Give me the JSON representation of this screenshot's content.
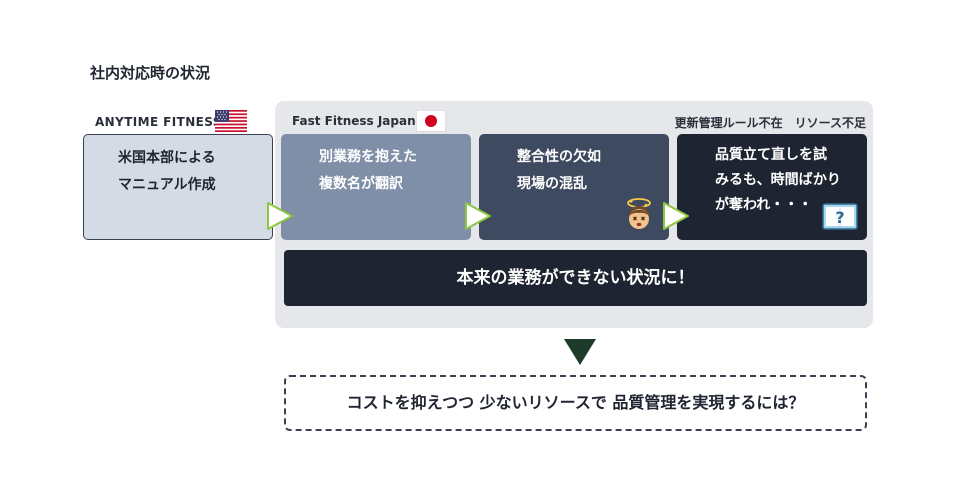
{
  "title": "社内対応時の状況",
  "us": {
    "label": "ANYTIME FITNESS",
    "flag_icon": "us-flag-icon"
  },
  "jp": {
    "label": "Fast Fitness Japan",
    "flag_icon": "japan-flag-icon"
  },
  "issues": "更新管理ルール不在　リソース不足",
  "steps": [
    {
      "lines": [
        "米国本部による",
        "マニュアル作成"
      ]
    },
    {
      "lines": [
        "別業務を抱えた",
        "複数名が翻訳"
      ]
    },
    {
      "lines": [
        "整合性の欠如",
        "現場の混乱"
      ],
      "icon": "dizzy-person-icon"
    },
    {
      "lines": [
        "品質立て直しを試",
        "みるも、時間ばかり",
        "が奪われ・・・"
      ],
      "icon": "manual-question-icon"
    }
  ],
  "result": "本来の業務ができない状況に！",
  "question": "コストを抑えつつ 少ないリソースで 品質管理を実現するには？",
  "colors": {
    "panel_bg": "#e6e7ea",
    "card_1": "#d5dbe5",
    "card_2": "#7f8fa8",
    "card_3": "#3d4a5f",
    "card_4": "#1e2431",
    "arrow_fill": "#ffffff",
    "arrow_stroke": "#8dc63f",
    "down_arrow": "#1e3a2a"
  }
}
